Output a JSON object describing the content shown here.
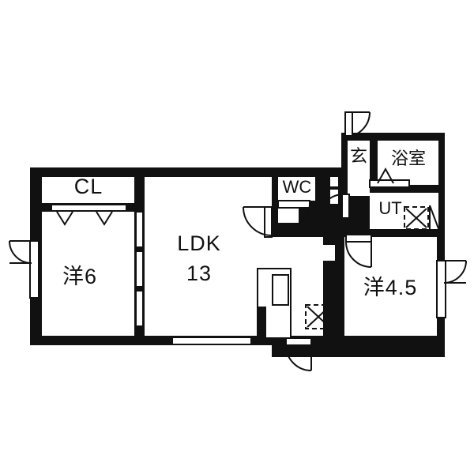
{
  "plan": {
    "title": "間取り図",
    "rooms": [
      {
        "id": "closet",
        "label": "CL",
        "name": "closet"
      },
      {
        "id": "western-6",
        "label": "洋6",
        "name": "western-room-6-jo"
      },
      {
        "id": "ldk",
        "label": "LDK",
        "name": "living-dining-kitchen"
      },
      {
        "id": "ldk-size",
        "label": "13",
        "name": "ldk-size"
      },
      {
        "id": "wc",
        "label": "WC",
        "name": "toilet"
      },
      {
        "id": "genkan",
        "label": "玄",
        "name": "entrance"
      },
      {
        "id": "bath",
        "label": "浴室",
        "name": "bathroom"
      },
      {
        "id": "ut",
        "label": "UT",
        "name": "utility"
      },
      {
        "id": "western-45",
        "label": "洋4.5",
        "name": "western-room-4.5-jo"
      }
    ],
    "colors": {
      "wall": "#111111",
      "room": "#ffffff",
      "background": "#ffffff",
      "line": "#111111"
    },
    "features": {
      "closet_rod": "hanging-rod",
      "sliding_door": "sliding-door-3-panel",
      "entrance_door": "hinged-door",
      "kitchen": "kitchen-counter-sink",
      "washer": "washer-space"
    }
  }
}
